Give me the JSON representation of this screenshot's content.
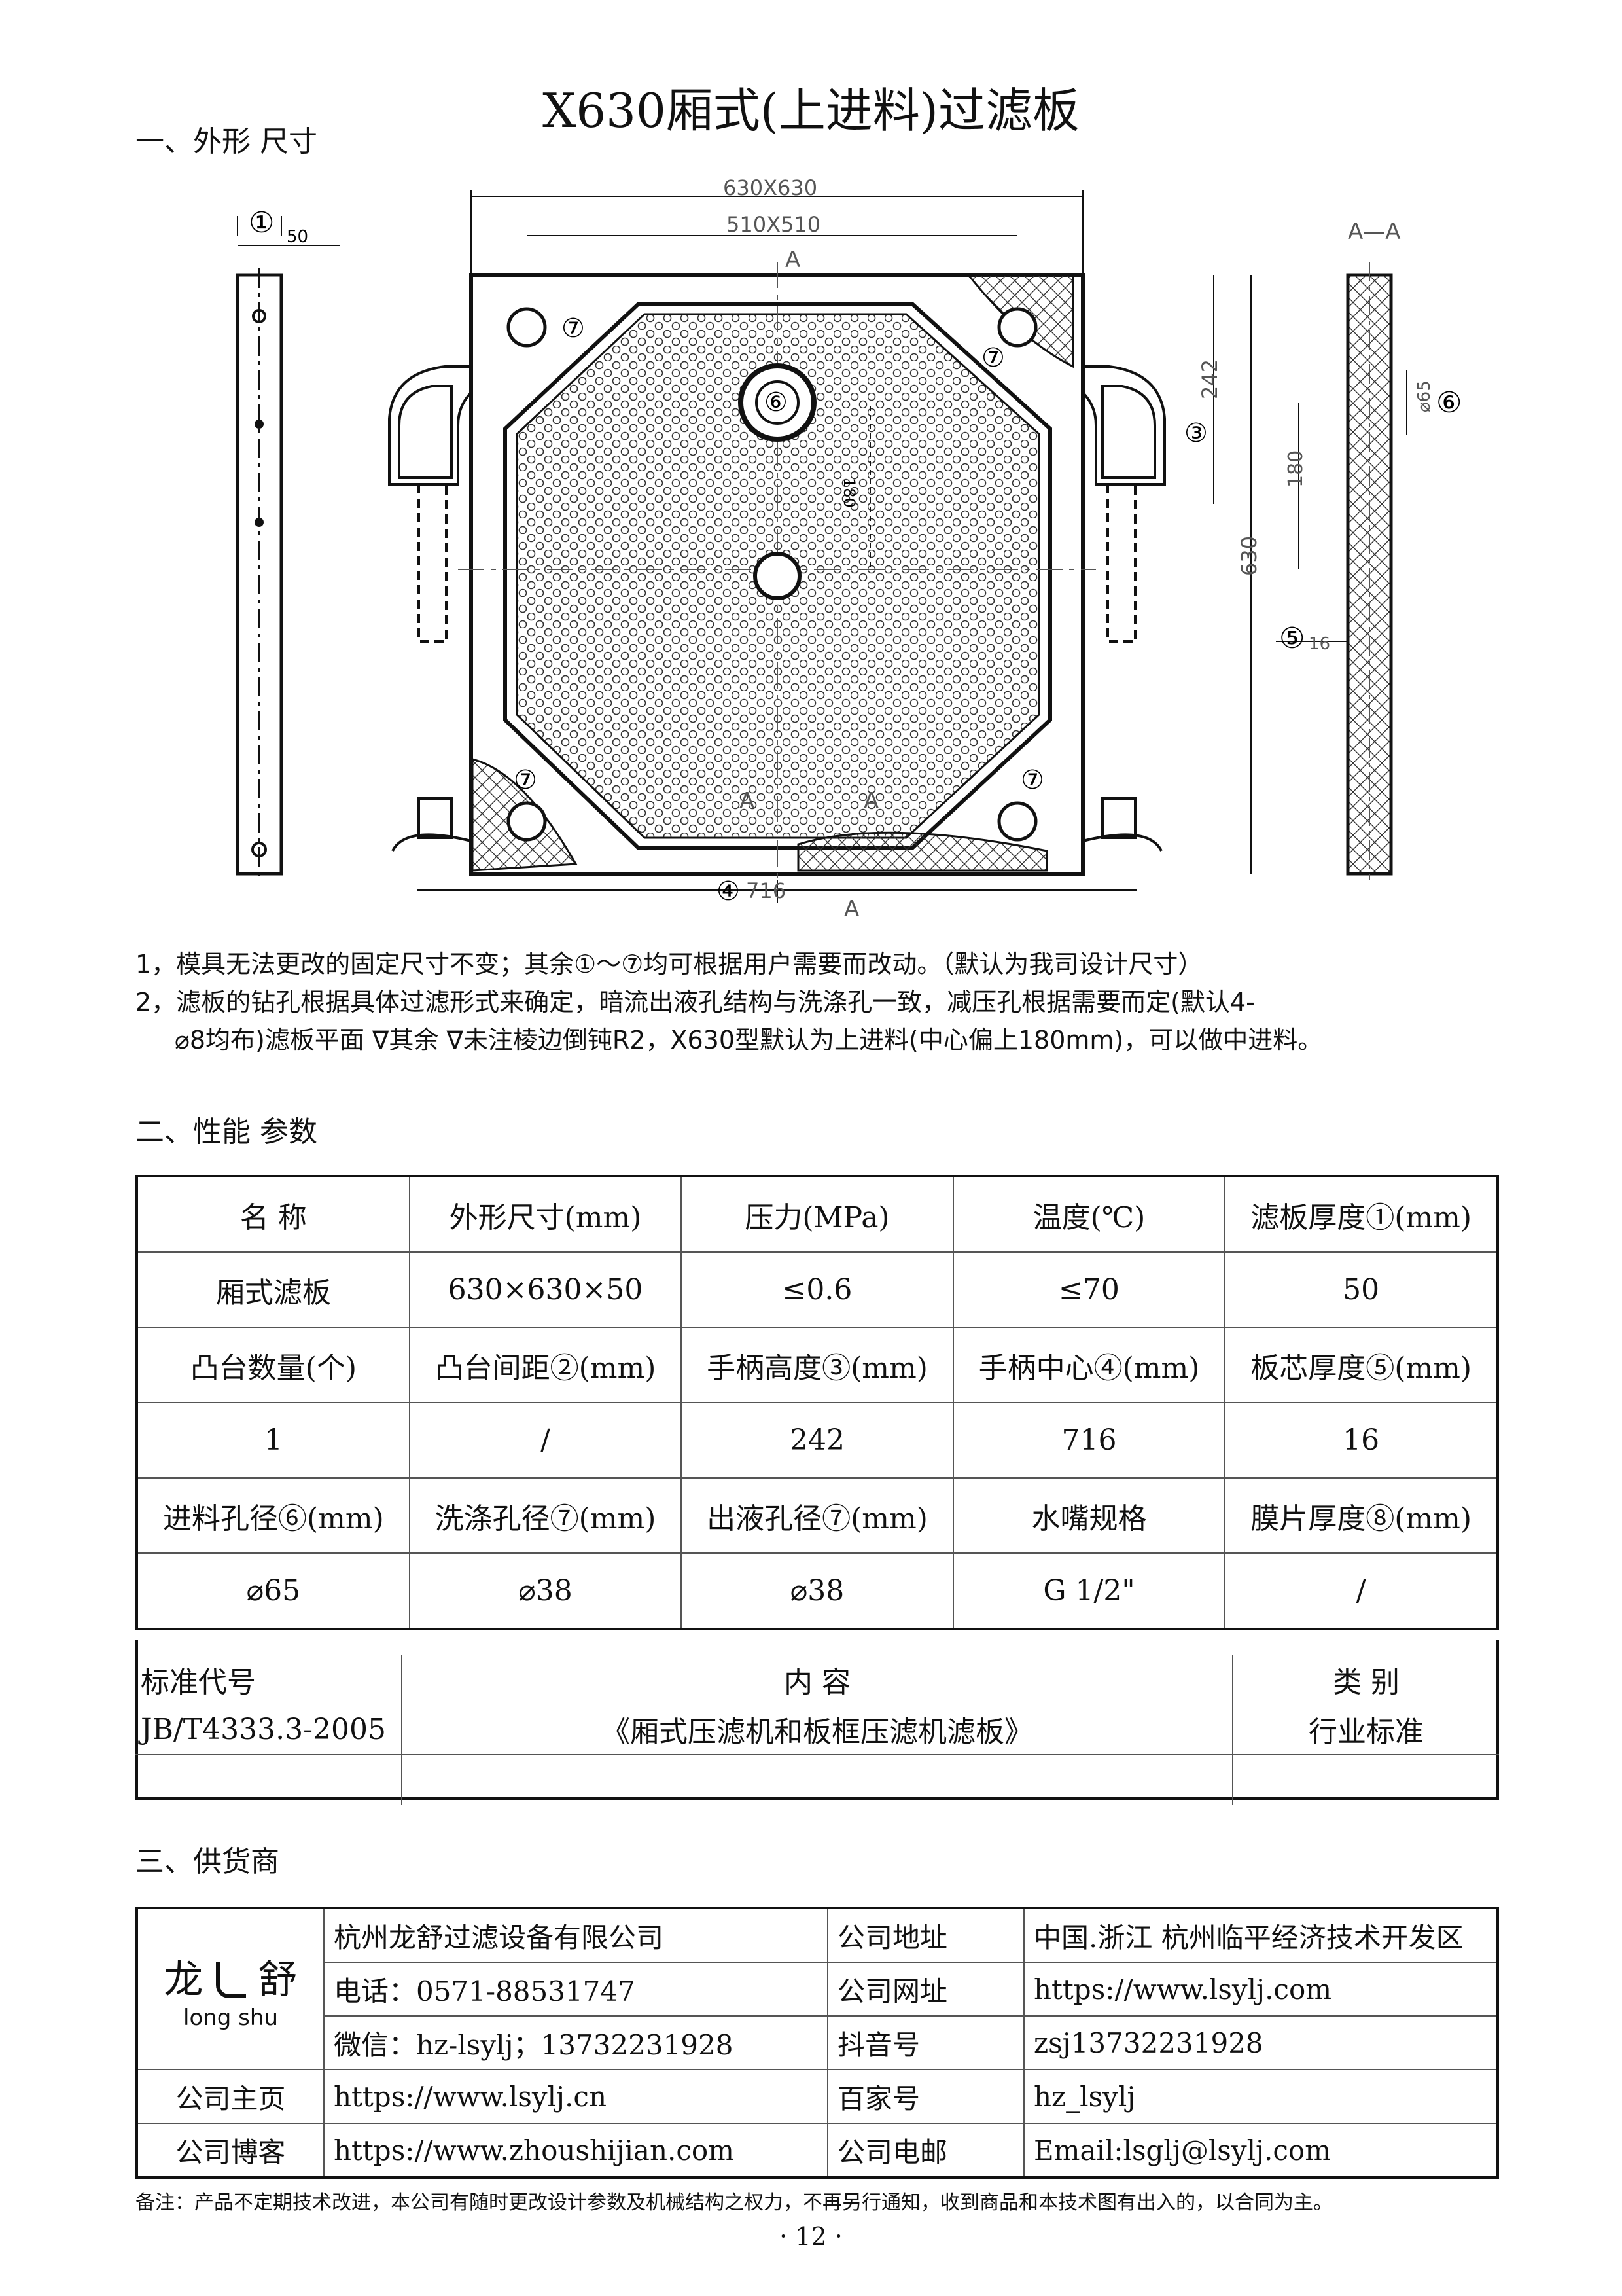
{
  "title": "X630厢式(上进料)过滤板",
  "section1": "一、外形 尺寸",
  "drawing": {
    "dim_outer": "630X630",
    "dim_inner": "510X510",
    "thickness": "50",
    "label_a_top": "A",
    "label_a_bottom": "A",
    "label_aa": "A—A",
    "dim_242": "242",
    "dim_180_center": "180",
    "dim_180_side": "180",
    "dim_630": "630",
    "dim_716": "716",
    "dim_phi65": "⌀65",
    "dim_16": "16",
    "circ1": "①",
    "circ3": "③",
    "circ4": "④",
    "circ5": "⑤",
    "circ6": "⑥",
    "circ7": "⑦",
    "small_a": "A"
  },
  "notes": [
    "1，模具无法更改的固定尺寸不变；其余①～⑦均可根据用户需要而改动。（默认为我司设计尺寸）",
    "2，滤板的钻孔根据具体过滤形式来确定，暗流出液孔结构与洗涤孔一致，减压孔根据需要而定(默认4-",
    "⌀8均布)滤板平面 ∇其余 ∇未注棱边倒钝R2，X630型默认为上进料(中心偏上180mm)，可以做中进料。"
  ],
  "section2": "二、性能 参数",
  "perf_table": [
    [
      "名  称",
      "外形尺寸(mm)",
      "压力(MPa)",
      "温度(℃)",
      "滤板厚度①(mm)"
    ],
    [
      "厢式滤板",
      "630×630×50",
      "≤0.6",
      "≤70",
      "50"
    ],
    [
      "凸台数量(个)",
      "凸台间距②(mm)",
      "手柄高度③(mm)",
      "手柄中心④(mm)",
      "板芯厚度⑤(mm)"
    ],
    [
      "1",
      "/",
      "242",
      "716",
      "16"
    ],
    [
      "进料孔径⑥(mm)",
      "洗涤孔径⑦(mm)",
      "出液孔径⑦(mm)",
      "水嘴规格",
      "膜片厚度⑧(mm)"
    ],
    [
      "⌀65",
      "⌀38",
      "⌀38",
      "G 1/2\"",
      "/"
    ]
  ],
  "std_table": {
    "headers": [
      "标准代号",
      "内        容",
      "类      别"
    ],
    "row": [
      "JB/T4333.3-2005",
      "《厢式压滤机和板框压滤机滤板》",
      "行业标准"
    ]
  },
  "section3": "三、供货商",
  "supplier": {
    "logo_char1": "龙",
    "logo_char2": "舒",
    "logo_sub": "long shu",
    "company": "杭州龙舒过滤设备有限公司",
    "phone": "电话：0571-88531747",
    "wechat": "微信：hz-lsylj；13732231928",
    "addr_label": "公司地址",
    "addr": "中国.浙江 杭州临平经济技术开发区",
    "web_label": "公司网址",
    "web": "https://www.lsylj.com",
    "douyin_label": "抖音号",
    "douyin": "zsj13732231928",
    "home_label": "公司主页",
    "home": "https://www.lsylj.cn",
    "baijia_label": "百家号",
    "baijia": "hz_lsylj",
    "blog_label": "公司博客",
    "blog": "https://www.zhoushijian.com",
    "email_label": "公司电邮",
    "email": "Email:lsglj@lsylj.com"
  },
  "footer": "备注：产品不定期技术改进，本公司有随时更改设计参数及机械结构之权力，不再另行通知，收到商品和本技术图有出入的，以合同为主。",
  "page_number": "· 12 ·"
}
